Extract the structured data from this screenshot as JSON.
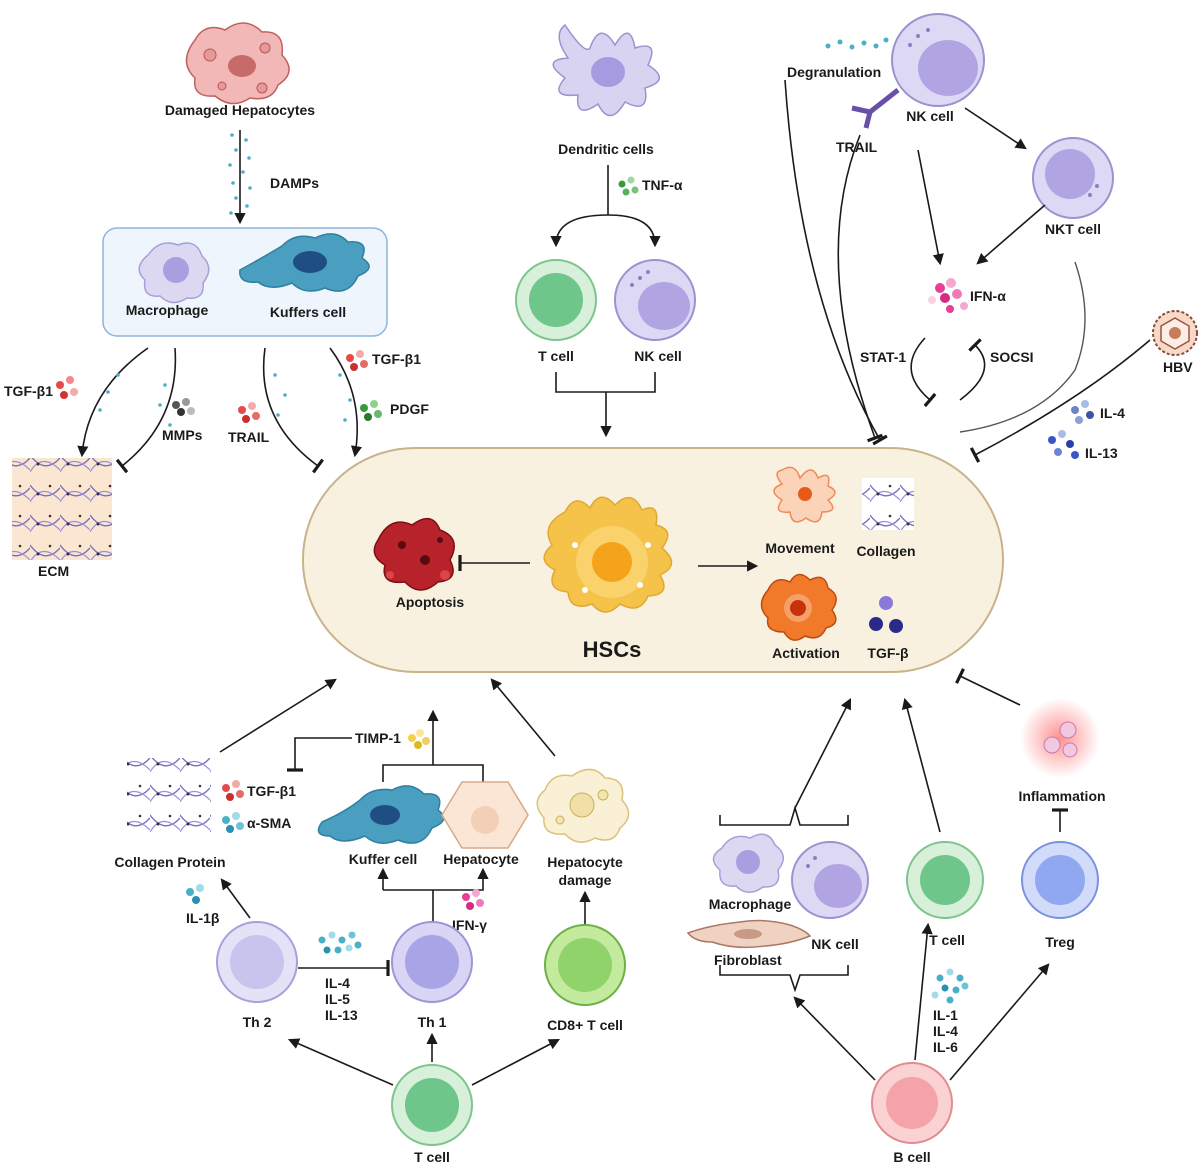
{
  "labels": {
    "damaged_hepatocytes": "Damaged Hepatocytes",
    "damps": "DAMPs",
    "macrophage_top": "Macrophage",
    "kuffers_cell": "Kuffers cell",
    "tgf_b1_left": "TGF-β1",
    "mmps": "MMPs",
    "trail_left": "TRAIL",
    "tgf_b1_mid": "TGF-β1",
    "pdgf": "PDGF",
    "ecm": "ECM",
    "dendritic_cells": "Dendritic cells",
    "tnf_a": "TNF-α",
    "t_cell_top": "T cell",
    "nk_cell_top": "NK cell",
    "degranulation": "Degranulation",
    "nk_cell_right": "NK cell",
    "trail_right": "TRAIL",
    "nkt_cell": "NKT cell",
    "ifn_a": "IFN-α",
    "stat1": "STAT-1",
    "socsi": "SOCSI",
    "hbv": "HBV",
    "il4_right": "IL-4",
    "il13_right": "IL-13",
    "apoptosis": "Apoptosis",
    "hscs": "HSCs",
    "movement": "Movement",
    "collagen": "Collagen",
    "activation": "Activation",
    "tgf_b": "TGF-β",
    "timp1": "TIMP-1",
    "tgf_b1_bottom": "TGF-β1",
    "a_sma": "α-SMA",
    "collagen_protein": "Collagen Protein",
    "kuffer_cell": "Kuffer cell",
    "hepatocyte": "Hepatocyte",
    "hepatocyte_damage_1": "Hepatocyte",
    "hepatocyte_damage_2": "damage",
    "il1b": "IL-1β",
    "ifn_g": "IFN-γ",
    "th2": "Th 2",
    "il4_il5_il13": [
      "IL-4",
      "IL-5",
      "IL-13"
    ],
    "th1": "Th 1",
    "cd8_t_cell": "CD8+ T cell",
    "t_cell_bottom": "T cell",
    "macrophage_bottom": "Macrophage",
    "nk_cell_bottom": "NK cell",
    "fibroblast": "Fibroblast",
    "t_cell_br": "T cell",
    "treg": "Treg",
    "inflammation": "Inflammation",
    "il1_il4_il6": [
      "IL-1",
      "IL-4",
      "IL-6"
    ],
    "b_cell": "B cell"
  },
  "colors": {
    "hsc_zone_fill": "#f8f1e0",
    "hsc_zone_stroke": "#c9b38a",
    "macro_box_fill": "#eef5fc",
    "macro_box_stroke": "#8fb4d8",
    "hsc_cell": "#f5c34a",
    "t_cell": "#8fd19e",
    "nk_cell": "#b9b0e0",
    "b_cell": "#f4a3a8",
    "treg": "#8fa8f0",
    "cd8": "#8fd36a",
    "th": "#c7c4ee",
    "kupffer": "#4a9fc0",
    "apoptosis": "#b8222a",
    "activation": "#f07a2a"
  },
  "icons": [
    "macrophage-icon",
    "kupffer-cell-icon",
    "dendritic-cell-icon",
    "hbv-virus-icon",
    "hsc-cell-icon",
    "ecm-fiber-icon"
  ]
}
